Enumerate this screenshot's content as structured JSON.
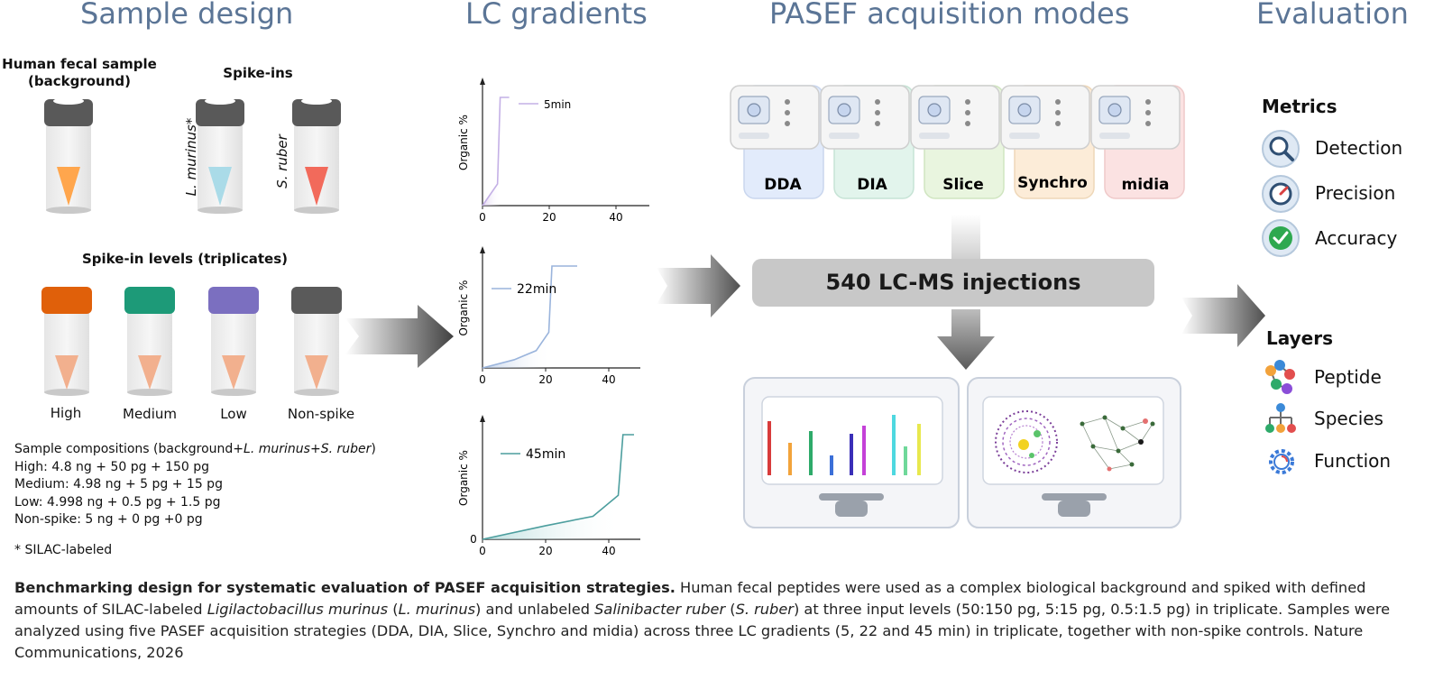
{
  "headers": {
    "sample_design": "Sample design",
    "lc_gradients": "LC gradients",
    "pasef_modes": "PASEF acquisition modes",
    "evaluation": "Evaluation"
  },
  "sample": {
    "background_label_1": "Human fecal sample",
    "background_label_2": "(background)",
    "spikeins_label": "Spike-ins",
    "l_murinus": "L. murinus*",
    "s_ruber": "S. ruber",
    "levels_title": "Spike-in levels (triplicates)",
    "levels": [
      "High",
      "Medium",
      "Low",
      "Non-spike"
    ],
    "compositions_prefix": "Sample compositions (background+",
    "compositions_l": "L. murinus",
    "compositions_plus": "+",
    "compositions_s": "S. ruber",
    "compositions_suffix": ")",
    "composition_lines": [
      "High: 4.8 ng + 50 pg + 150 pg",
      "Medium: 4.98 ng + 5 pg + 15 pg",
      "Low: 4.998 ng + 0.5 pg + 1.5 pg",
      "Non-spike: 5 ng + 0 pg +0 pg"
    ],
    "silac_note": "* SILAC-labeled"
  },
  "gradients": {
    "ylabel": "Organic %",
    "charts": [
      {
        "label": "5min",
        "ticks": [
          "0",
          "20",
          "40"
        ]
      },
      {
        "label": "22min",
        "ticks": [
          "0",
          "20",
          "40"
        ]
      },
      {
        "label": "45min",
        "ticks": [
          "0",
          "20",
          "40"
        ],
        "y0": "0"
      }
    ]
  },
  "chart_data": [
    {
      "type": "line",
      "title": "",
      "xlabel": "",
      "ylabel": "Organic %",
      "xlim": [
        0,
        50
      ],
      "series": [
        {
          "name": "5min",
          "x": [
            0,
            4.5,
            5,
            5.3,
            8
          ],
          "y": [
            0,
            20,
            70,
            100,
            100
          ]
        }
      ]
    },
    {
      "type": "line",
      "title": "",
      "xlabel": "",
      "ylabel": "Organic %",
      "xlim": [
        0,
        50
      ],
      "series": [
        {
          "name": "22min",
          "x": [
            0,
            10,
            17,
            21,
            22,
            30
          ],
          "y": [
            0,
            8,
            17,
            35,
            100,
            100
          ]
        }
      ]
    },
    {
      "type": "line",
      "title": "",
      "xlabel": "",
      "ylabel": "Organic %",
      "xlim": [
        0,
        50
      ],
      "series": [
        {
          "name": "45min",
          "x": [
            0,
            20,
            35,
            43,
            44.5,
            48
          ],
          "y": [
            0,
            13,
            22,
            42,
            100,
            100
          ]
        }
      ]
    }
  ],
  "modes": [
    "DDA",
    "DIA",
    "Slice",
    "Synchro",
    "midia"
  ],
  "injections": "540 LC-MS injections",
  "evaluation": {
    "metrics_title": "Metrics",
    "metrics": [
      "Detection",
      "Precision",
      "Accuracy"
    ],
    "layers_title": "Layers",
    "layers": [
      "Peptide",
      "Species",
      "Function"
    ]
  },
  "caption": {
    "bold": "Benchmarking design for systematic evaluation of PASEF acquisition strategies.",
    "part1": " Human fecal peptides were used as a complex biological background and spiked with defined amounts of SILAC-labeled ",
    "italic1": "Ligilactobacillus murinus",
    "part2": " (",
    "italic2": "L. murinus",
    "part3": ") and unlabeled ",
    "italic3": "Salinibacter ruber",
    "part4": " (",
    "italic4": "S. ruber",
    "part5": ") at three input levels (50:150 pg, 5:15 pg, 0.5:1.5 pg) in triplicate. Samples were analyzed using five PASEF acquisition strategies (DDA, DIA, Slice, Synchro and midia) across three LC gradients (5, 22 and 45 min) in triplicate, together with non-spike controls. Nature Communications, 2026"
  },
  "colors": {
    "header": "#5b7596",
    "tube_top_background": "#ffa64d",
    "tube_top_lmurinus": "#aadbe8",
    "tube_top_sruber": "#f26a5b",
    "level_cap_high": "#e0600a",
    "level_cap_medium": "#1d9a78",
    "level_cap_low": "#7b6fc0",
    "level_cap_nonspike": "#5a5a5a",
    "level_liquid": "#f2b08e",
    "mode_dda": "#e2ebfb",
    "mode_dia": "#e2f4ec",
    "mode_slice": "#e9f5df",
    "mode_synchro": "#fcecd8",
    "mode_midia": "#fbe2e2"
  }
}
